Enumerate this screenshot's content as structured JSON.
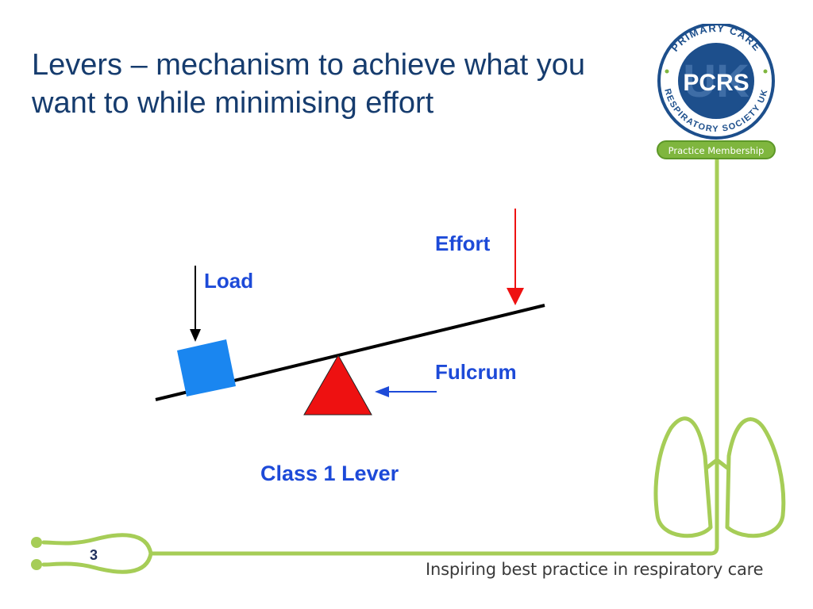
{
  "slide": {
    "title": "Levers – mechanism to achieve what you want to while minimising effort",
    "page_number": "3",
    "tagline": "Inspiring best practice in respiratory care"
  },
  "logo": {
    "ring_top_text": "PRIMARY CARE",
    "ring_bottom_text": "RESPIRATORY SOCIETY UK",
    "center_text": "PCRS",
    "watermark_text": "UK",
    "badge_text": "Practice Membership"
  },
  "diagram": {
    "load_label": "Load",
    "effort_label": "Effort",
    "fulcrum_label": "Fulcrum",
    "caption": "Class 1 Lever"
  },
  "colors": {
    "title": "#163c6e",
    "diagram_text": "#1d4ad8",
    "load_box": "#1a86f0",
    "fulcrum": "#ee1111",
    "effort_arrow": "#ee1111",
    "decor_line": "#a6cd57",
    "logo_blue": "#1d4f8c",
    "badge_green": "#7fb63e"
  },
  "icons": {
    "logo": "pcrs-logo",
    "lungs": "lungs-icon",
    "stethoscope": "stethoscope-icon"
  }
}
